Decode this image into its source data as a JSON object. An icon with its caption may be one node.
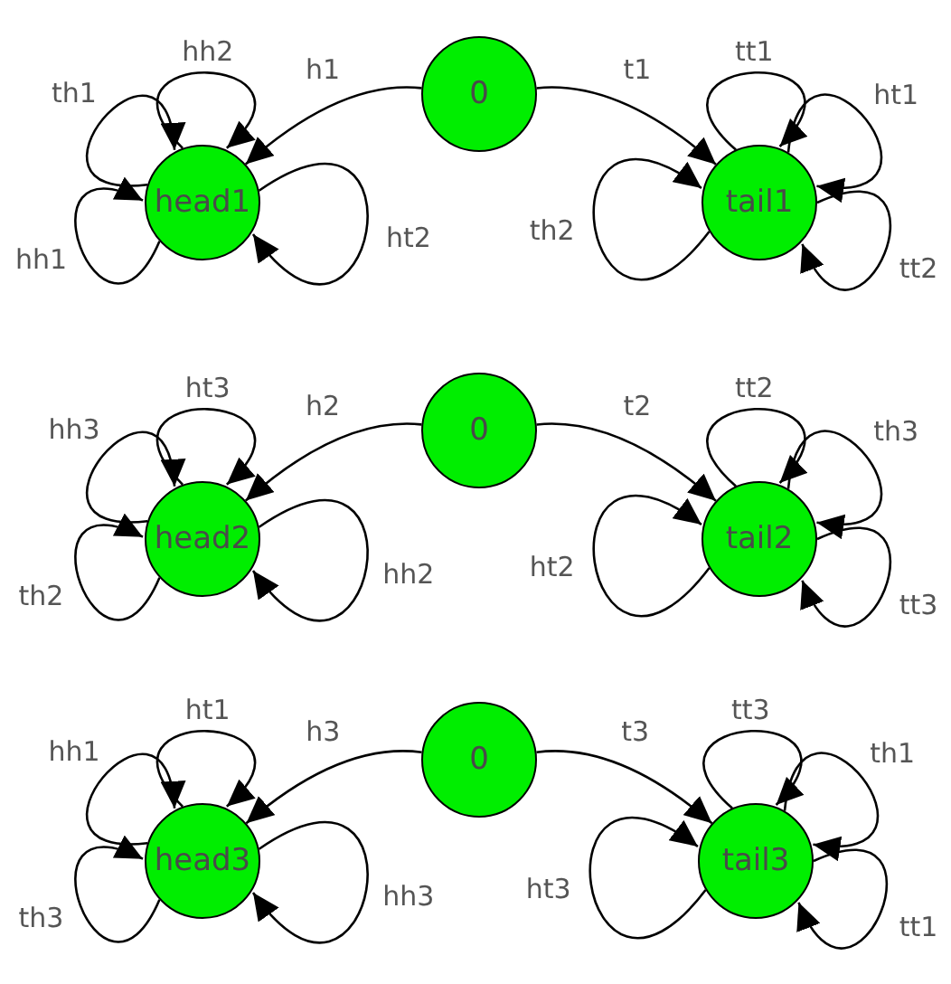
{
  "diagram": {
    "nodes": [
      {
        "text": [
          "head1"
        ]
      },
      {
        "text": [
          "0"
        ]
      },
      {
        "text": [
          "tail1"
        ]
      },
      {
        "text": [
          "head2"
        ]
      },
      {
        "text": [
          "0"
        ]
      },
      {
        "text": [
          "tail2"
        ]
      },
      {
        "text": [
          "head3"
        ]
      },
      {
        "text": [
          "0"
        ]
      },
      {
        "text": [
          "tail3"
        ]
      }
    ],
    "edges": [
      {
        "from": 1,
        "to": 0,
        "arrow": "to",
        "label": "h1"
      },
      {
        "from": 1,
        "to": 2,
        "arrow": "to",
        "label": "t1"
      },
      {
        "from": 0,
        "to": 0,
        "arrow": "to",
        "label": "th1"
      },
      {
        "from": 0,
        "to": 0,
        "arrow": "to",
        "label": "hh2"
      },
      {
        "from": 0,
        "to": 0,
        "arrow": "to",
        "label": "hh1"
      },
      {
        "from": 0,
        "to": 0,
        "arrow": "to",
        "label": "ht2"
      },
      {
        "from": 2,
        "to": 2,
        "arrow": "to",
        "label": "tt1"
      },
      {
        "from": 2,
        "to": 2,
        "arrow": "to",
        "label": "ht1"
      },
      {
        "from": 2,
        "to": 2,
        "arrow": "to",
        "label": "th2"
      },
      {
        "from": 2,
        "to": 2,
        "arrow": "to",
        "label": "tt2"
      },
      {
        "from": 4,
        "to": 3,
        "arrow": "to",
        "label": "h2"
      },
      {
        "from": 4,
        "to": 5,
        "arrow": "to",
        "label": "t2"
      },
      {
        "from": 3,
        "to": 3,
        "arrow": "to",
        "label": "hh3"
      },
      {
        "from": 3,
        "to": 3,
        "arrow": "to",
        "label": "ht3"
      },
      {
        "from": 3,
        "to": 3,
        "arrow": "to",
        "label": "th2"
      },
      {
        "from": 3,
        "to": 3,
        "arrow": "to",
        "label": "hh2"
      },
      {
        "from": 5,
        "to": 5,
        "arrow": "to",
        "label": "tt2"
      },
      {
        "from": 5,
        "to": 5,
        "arrow": "to",
        "label": "th3"
      },
      {
        "from": 5,
        "to": 5,
        "arrow": "to",
        "label": "ht2"
      },
      {
        "from": 5,
        "to": 5,
        "arrow": "to",
        "label": "tt3"
      },
      {
        "from": 7,
        "to": 6,
        "arrow": "to",
        "label": "h3"
      },
      {
        "from": 7,
        "to": 8,
        "arrow": "to",
        "label": "t3"
      },
      {
        "from": 6,
        "to": 6,
        "arrow": "to",
        "label": "hh1"
      },
      {
        "from": 6,
        "to": 6,
        "arrow": "to",
        "label": "ht1"
      },
      {
        "from": 6,
        "to": 6,
        "arrow": "to",
        "label": "th3"
      },
      {
        "from": 6,
        "to": 6,
        "arrow": "to",
        "label": "hh3"
      },
      {
        "from": 8,
        "to": 8,
        "arrow": "to",
        "label": "tt3"
      },
      {
        "from": 8,
        "to": 8,
        "arrow": "to",
        "label": "th1"
      },
      {
        "from": 8,
        "to": 8,
        "arrow": "to",
        "label": "ht3"
      },
      {
        "from": 8,
        "to": 8,
        "arrow": "to",
        "label": "tt1"
      }
    ]
  }
}
